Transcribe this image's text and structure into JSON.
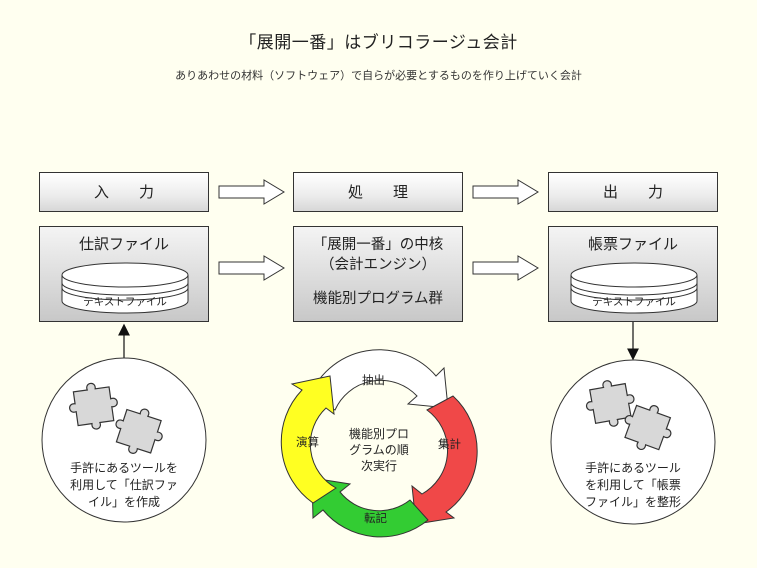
{
  "title": "「展開一番」はブリコラージュ会計",
  "subtitle": "ありあわせの材料（ソフトウェア）で自らが必要とするものを作り上げていく会計",
  "headers": {
    "input": "入　　力",
    "process": "処　　理",
    "output": "出　　力"
  },
  "panels": {
    "input": {
      "title": "仕訳ファイル",
      "cylinder_label": "テキストファイル"
    },
    "process": {
      "line1": "「展開一番」の中核",
      "line2": "（会計エンジン）",
      "line3": "機能別プログラム群"
    },
    "output": {
      "title": "帳票ファイル",
      "cylinder_label": "テキストファイル"
    }
  },
  "left_circle": {
    "line1": "手許にあるツールを",
    "line2": "利用して「仕訳ファ",
    "line3": "イル」を作成"
  },
  "right_circle": {
    "line1": "手許にあるツール",
    "line2": "を利用して「帳票",
    "line3": "ファイル」を整形"
  },
  "cycle": {
    "top": "抽出",
    "right": "集計",
    "bottom": "転記",
    "left": "演算",
    "center_line1": "機能別プロ",
    "center_line2": "グラムの順",
    "center_line3": "次実行"
  },
  "colors": {
    "background": "#fffff0",
    "arrow_top": "#ffffff",
    "arrow_right": "#f04848",
    "arrow_bottom": "#33cc33",
    "arrow_left": "#ffff22"
  }
}
